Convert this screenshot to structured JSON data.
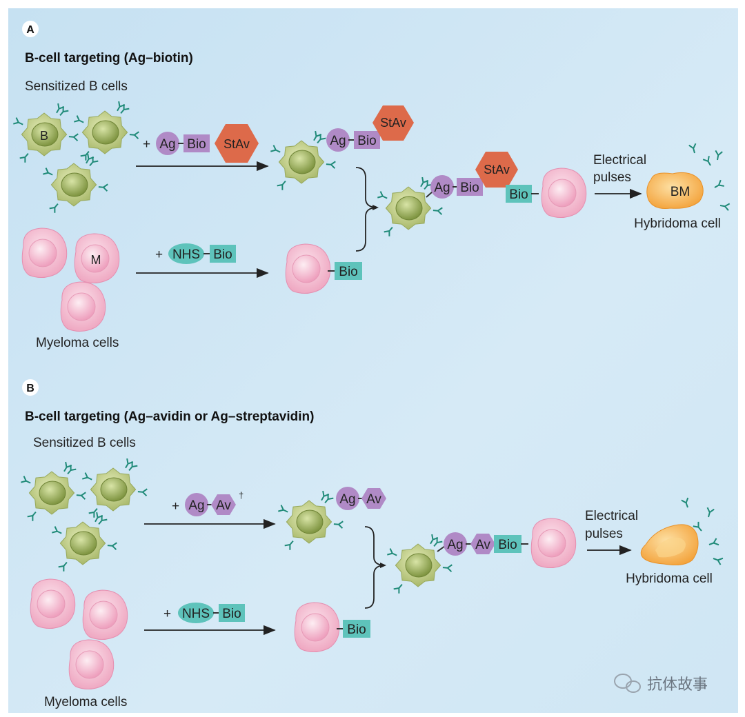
{
  "panel_a": {
    "letter": "A",
    "title": "B-cell targeting (Ag–biotin)",
    "b_cells_label": "Sensitized B cells",
    "b_cell_mark": "B",
    "myeloma_label": "Myeloma cells",
    "myeloma_mark": "M",
    "reagent_ag": "Ag",
    "reagent_bio": "Bio",
    "reagent_stav": "StAv",
    "reagent_nhs": "NHS",
    "plus": "+",
    "pulse_line1": "Electrical",
    "pulse_line2": "pulses",
    "hybrid_mark": "BM",
    "hybrid_label": "Hybridoma cell"
  },
  "panel_b": {
    "letter": "B",
    "title": "B-cell targeting (Ag–avidin or Ag–streptavidin)",
    "b_cells_label": "Sensitized B cells",
    "myeloma_label": "Myeloma cells",
    "reagent_ag": "Ag",
    "reagent_av": "Av",
    "reagent_bio": "Bio",
    "reagent_nhs": "NHS",
    "dagger": "†",
    "plus": "+",
    "pulse_line1": "Electrical",
    "pulse_line2": "pulses",
    "hybrid_label": "Hybridoma cell"
  },
  "watermark": {
    "text": "抗体故事"
  },
  "colors": {
    "background": "#cfe6f4",
    "b_cell": "#a8b86a",
    "b_cell_nucleus": "#7e9440",
    "myeloma_cell": "#f2b8cc",
    "antigen": "#b08ac6",
    "biotin": "#5ec3bb",
    "streptavidin": "#dd6a4a",
    "hybridoma": "#f6a93c",
    "antibody": "#1f8a78"
  }
}
